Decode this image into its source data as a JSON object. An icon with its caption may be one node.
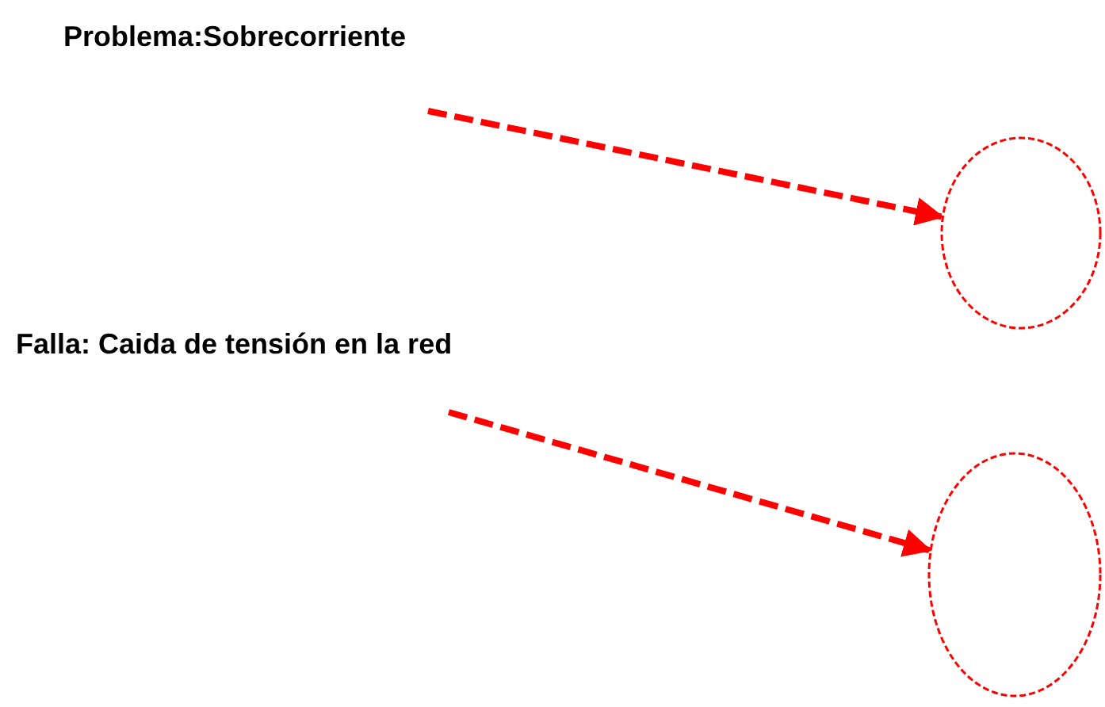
{
  "diagram": {
    "nodes": [
      {
        "text": [
          "Problema:Sobrecorriente"
        ]
      },
      {
        "text": [],
        "shape": "circle"
      },
      {
        "text": [
          "Falla: Caida de tensión en la red"
        ]
      },
      {
        "text": [],
        "shape": "circle"
      }
    ],
    "edges": [
      {
        "from": 0,
        "to": 1,
        "arrow": "to",
        "style": "dashed"
      },
      {
        "from": 2,
        "to": 3,
        "arrow": "to",
        "style": "dashed"
      }
    ]
  }
}
